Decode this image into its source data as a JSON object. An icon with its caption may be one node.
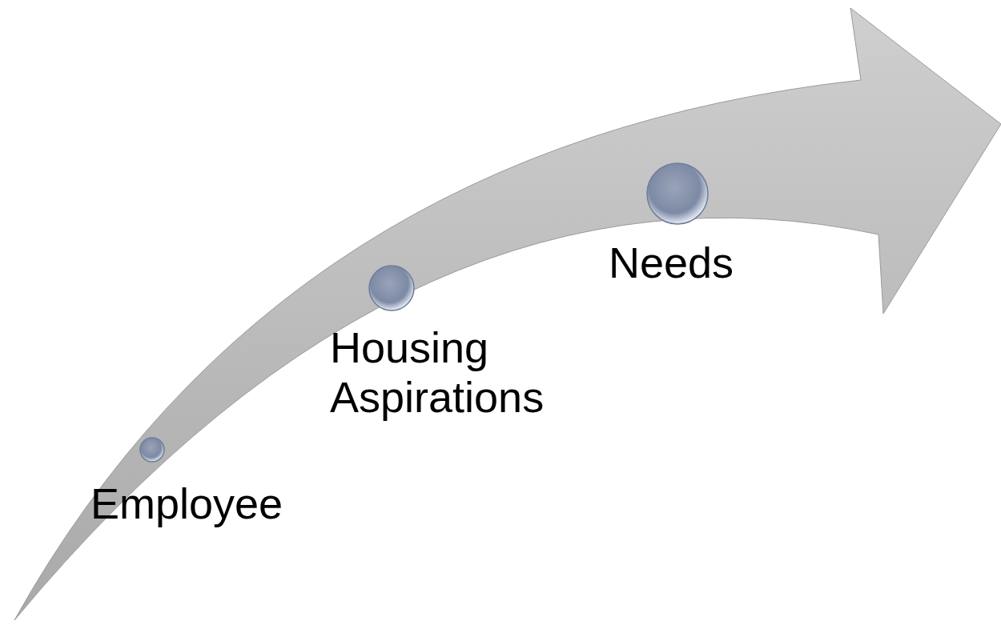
{
  "diagram": {
    "nodes": [
      {
        "text": [],
        "shape": "circle",
        "beside": [
          "Employee"
        ]
      },
      {
        "text": [],
        "shape": "circle",
        "beside": [
          "Housing Aspirations"
        ]
      },
      {
        "text": [],
        "shape": "circle",
        "beside": [
          "Needs"
        ]
      }
    ]
  }
}
